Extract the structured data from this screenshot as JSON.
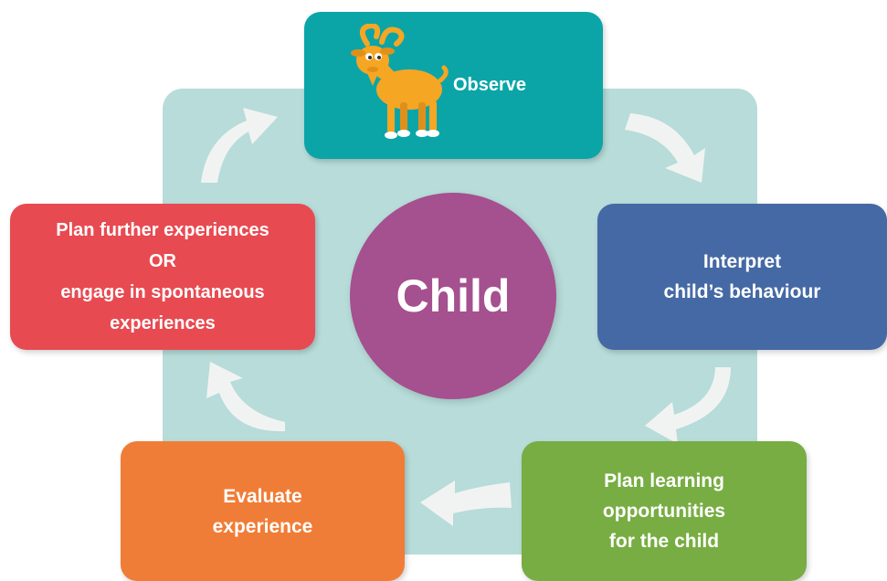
{
  "colors": {
    "backdrop": "#b7dcd9",
    "observe": "#0ba5a8",
    "interpret": "#4569a4",
    "plan_learning": "#77ad42",
    "evaluate": "#f07d37",
    "plan_further": "#e84a51",
    "child": "#a5508f",
    "arrow": "#f1f3f2",
    "goat": "#f5a623"
  },
  "center": {
    "label": "Child"
  },
  "steps": {
    "observe": "Observe",
    "interpret": "Interpret\nchild’s behaviour",
    "plan_learning": "Plan learning\nopportunities\nfor the child",
    "evaluate": "Evaluate\nexperience",
    "plan_further": "Plan further experiences\nOR\nengage in spontaneous\nexperiences"
  },
  "icons": {
    "mascot": "goat-icon",
    "cycle_arrow": "curved-arrow-icon"
  }
}
